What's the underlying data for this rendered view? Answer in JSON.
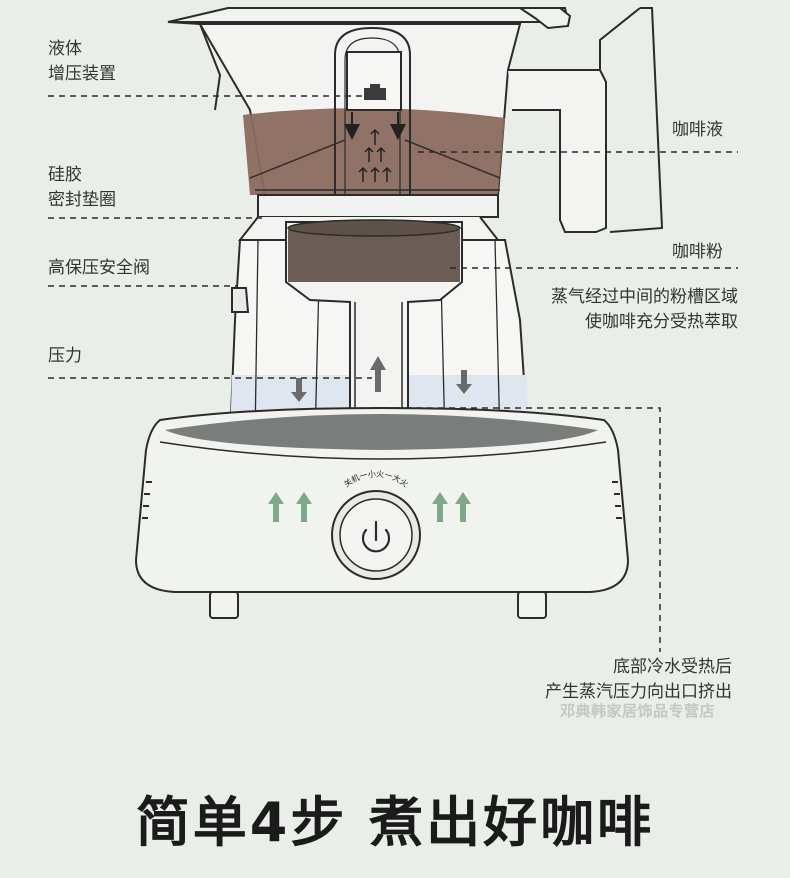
{
  "labels": {
    "liquid_pressure": [
      "液体",
      "增压装置"
    ],
    "coffee_liquid": "咖啡液",
    "silicone_gasket": [
      "硅胶",
      "密封垫圈"
    ],
    "coffee_powder": "咖啡粉",
    "safety_valve": "高保压安全阀",
    "steam_note": [
      "蒸气经过中间的粉槽区域",
      "使咖啡充分受热萃取"
    ],
    "pressure": "压力",
    "bottom_note": [
      "底部冷水受热后",
      "产生蒸汽压力向出口挤出"
    ]
  },
  "stove_knob_label": "关机一小火一大火",
  "watermark": "邓典韩家居饰品专营店",
  "headline": "简单4步 煮出好咖啡",
  "colors": {
    "background": "#e9eee8",
    "coffee": "#8a6a5e",
    "coffee_powder": "#6b5d55",
    "water": "#dfe6f0",
    "stove_top": "#7a7d7b",
    "heat_arrow": "#7fa88a",
    "outline": "#2b2b2b"
  },
  "icons": [
    "power-icon",
    "up-arrow-icon",
    "down-arrow-icon",
    "bubble-icon"
  ]
}
